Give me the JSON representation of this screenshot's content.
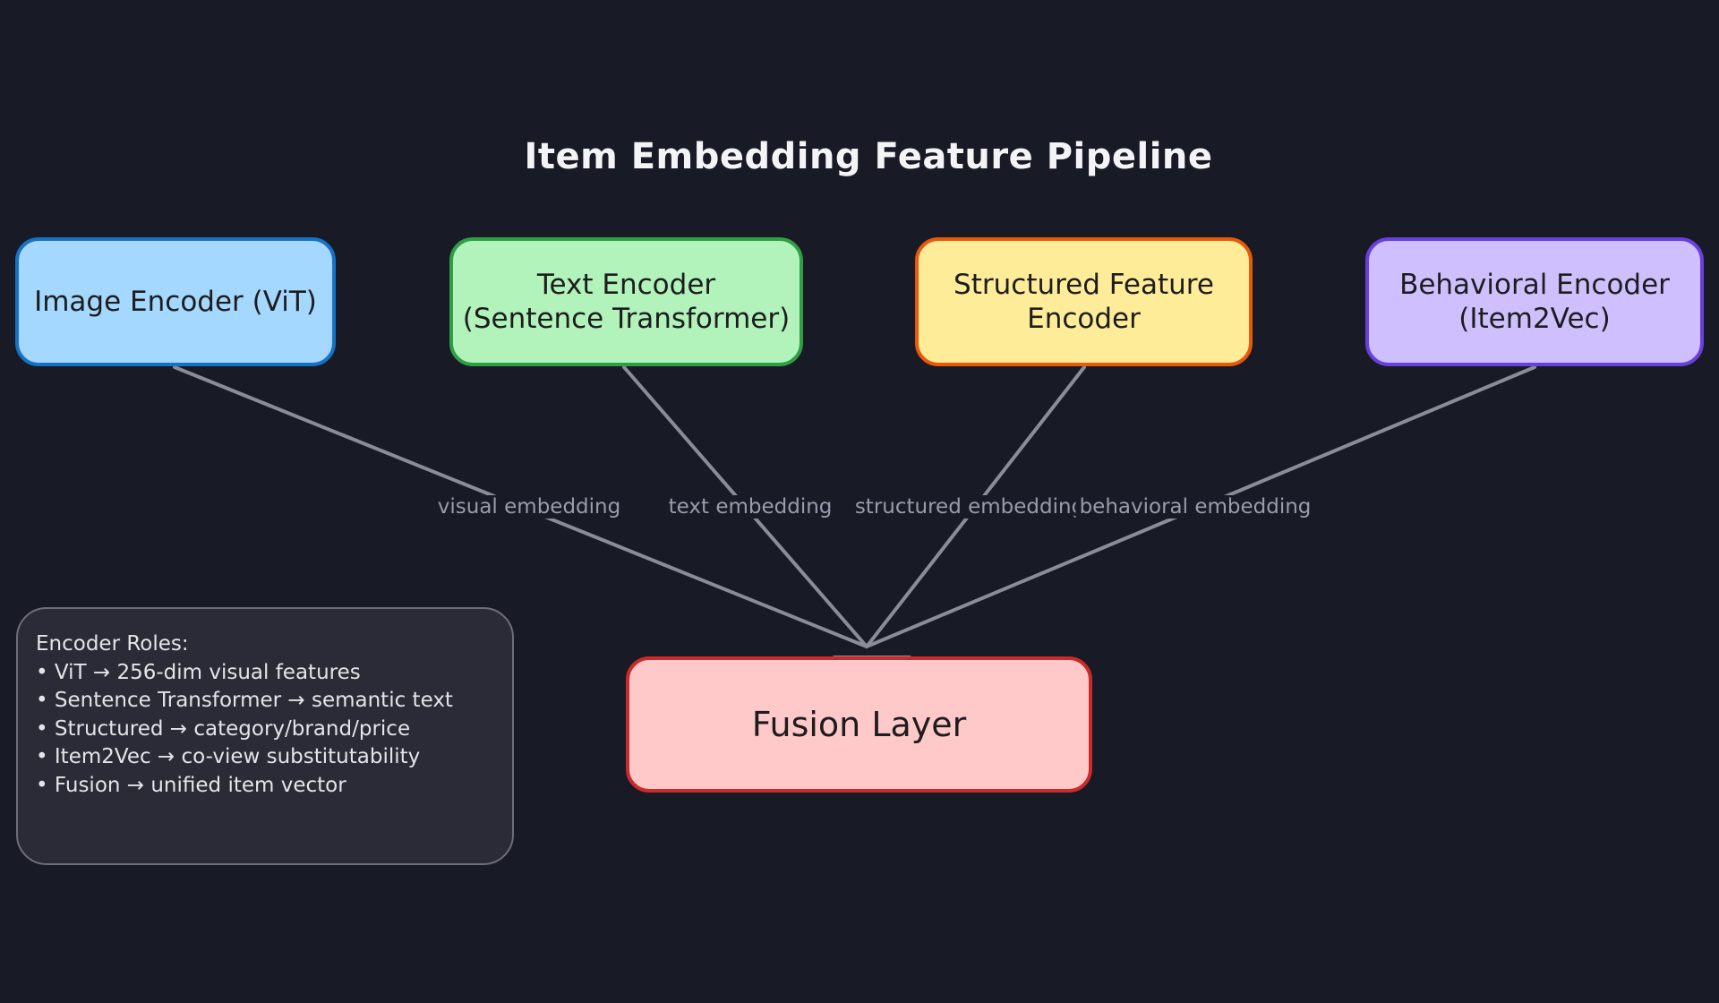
{
  "title": "Item Embedding Feature Pipeline",
  "encoders": [
    {
      "label": "Image Encoder (ViT)",
      "fill": "#a5d8ff",
      "stroke": "#1971c2"
    },
    {
      "label": "Text Encoder\n(Sentence Transformer)",
      "fill": "#b2f2bb",
      "stroke": "#2f9e44"
    },
    {
      "label": "Structured Feature\nEncoder",
      "fill": "#ffec99",
      "stroke": "#e8590c"
    },
    {
      "label": "Behavioral Encoder\n(Item2Vec)",
      "fill": "#d0bfff",
      "stroke": "#6741d9"
    }
  ],
  "fusion": {
    "label": "Fusion Layer",
    "fill": "#ffc9c9",
    "stroke": "#c92a2a"
  },
  "edges": [
    {
      "label": "visual embedding"
    },
    {
      "label": "text embedding"
    },
    {
      "label": "structured embedding"
    },
    {
      "label": "behavioral embedding"
    }
  ],
  "edge_color": "#8a8c97",
  "notes": {
    "heading": "Encoder Roles:",
    "items": [
      "ViT → 256-dim visual features",
      "Sentence Transformer → semantic text",
      "Structured → category/brand/price",
      "Item2Vec → co-view substitutability",
      "Fusion → unified item vector"
    ]
  }
}
